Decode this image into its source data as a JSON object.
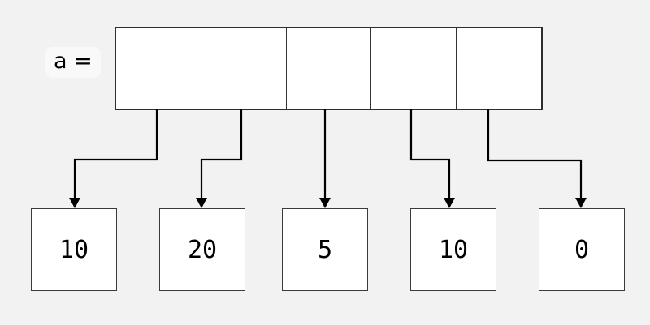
{
  "diagram": {
    "array_label": "a =",
    "array_cell_count": 5,
    "boxes": [
      {
        "value": "10"
      },
      {
        "value": "20"
      },
      {
        "value": "5"
      },
      {
        "value": "10"
      },
      {
        "value": "0"
      }
    ],
    "colors": {
      "background": "#f2f2f3",
      "shape_fill": "#ffffff",
      "shape_border": "#333333",
      "arrow": "#000000",
      "text": "#000000"
    }
  }
}
